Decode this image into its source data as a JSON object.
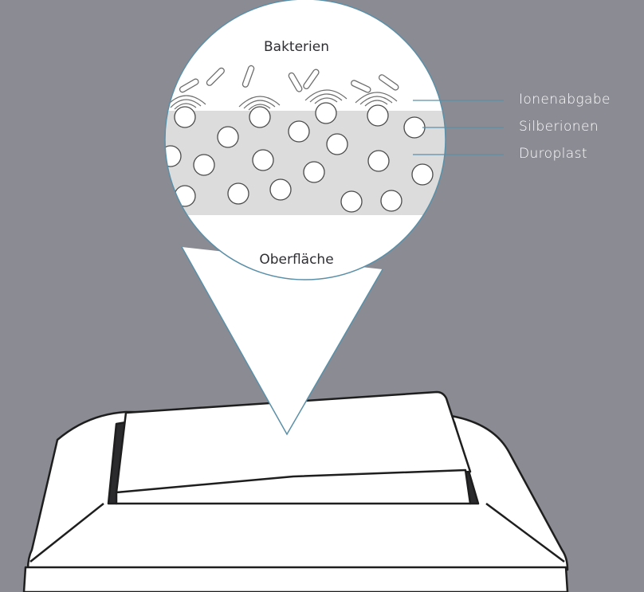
{
  "diagram": {
    "top_label": "Bakterien",
    "bottom_label": "Oberfläche",
    "legend": [
      "Ionenabgabe",
      "Silberionen",
      "Duroplast"
    ],
    "colors": {
      "background": "#8b8b93",
      "magnifier_fill": "#ffffff",
      "outline": "#5a8fa8",
      "layer": "#dcdcdc",
      "leader_line": "#5a8fa8",
      "object_outline": "#1e1e1e"
    }
  }
}
